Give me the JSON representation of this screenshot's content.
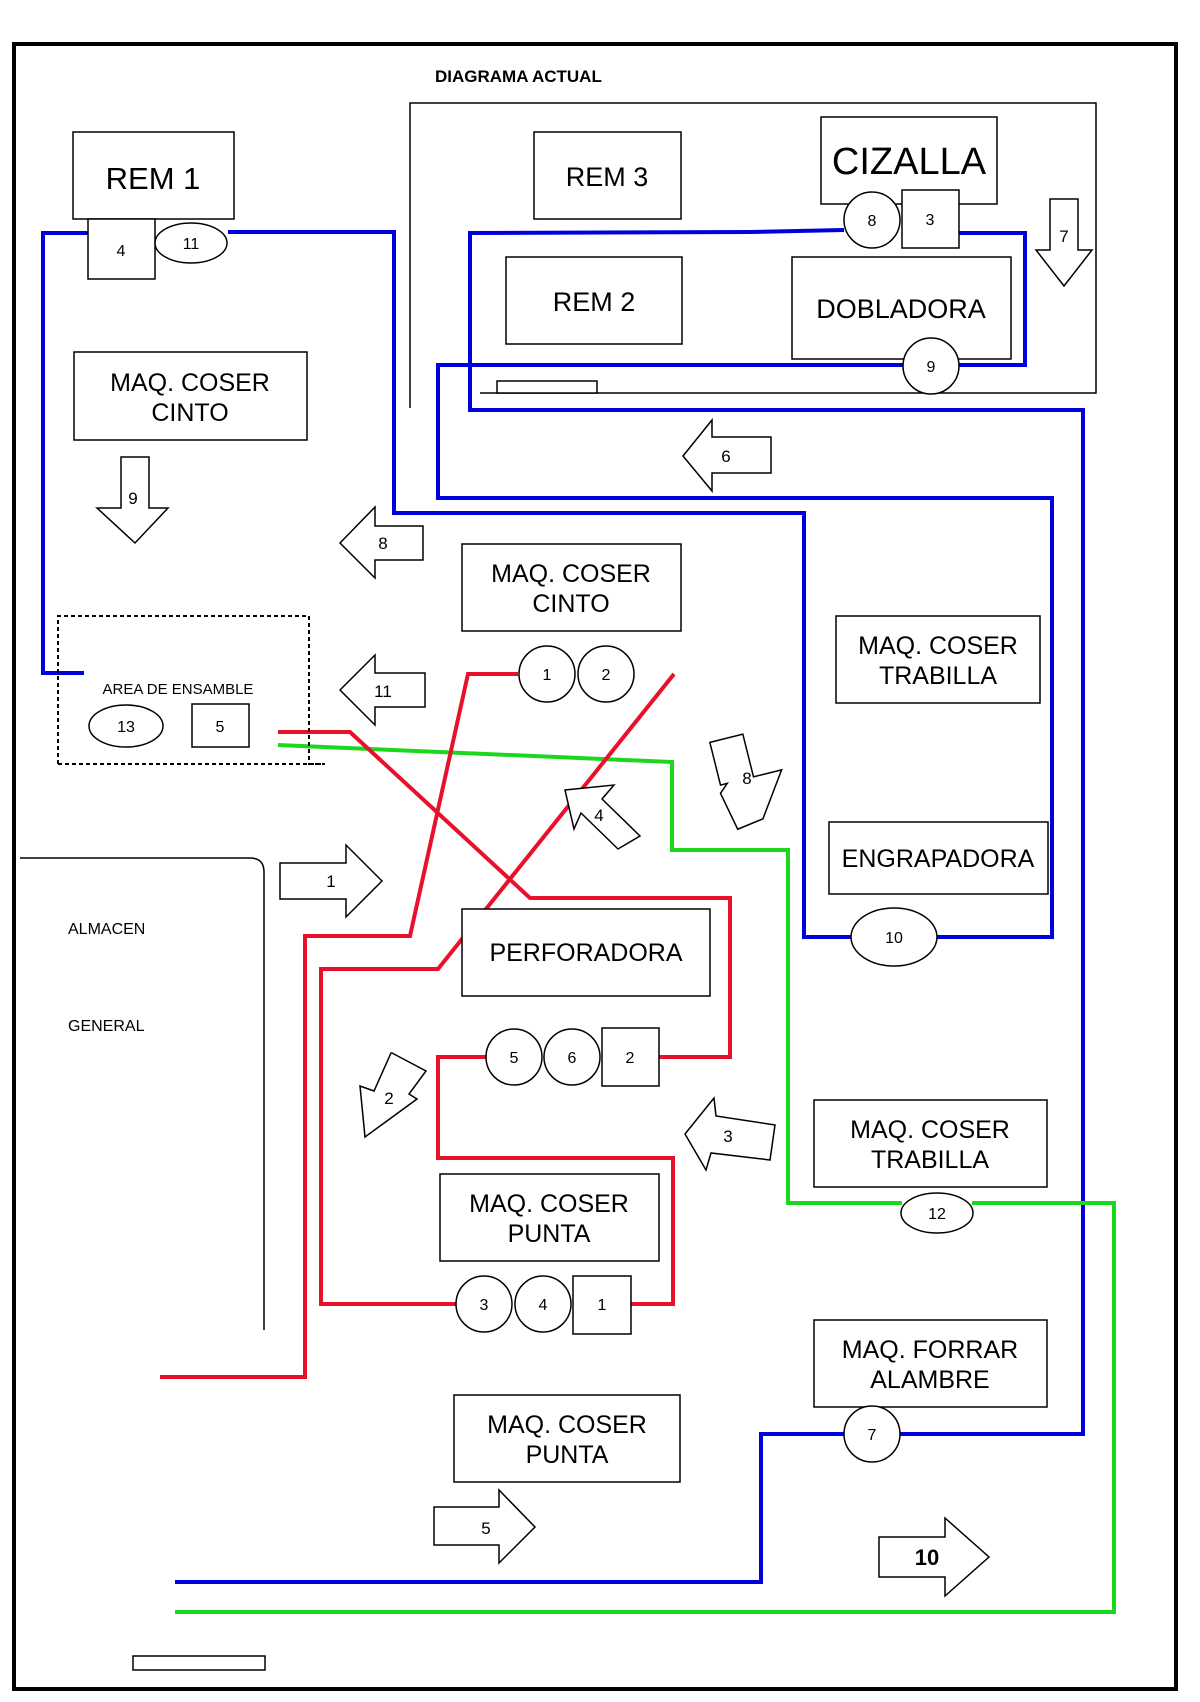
{
  "title": "DIAGRAMA ACTUAL",
  "colors": {
    "blue": "#0000dd",
    "red": "#e8102a",
    "green": "#1cd81c",
    "black": "#000000"
  },
  "machines": {
    "rem1": "REM 1",
    "rem3": "REM 3",
    "rem2": "REM 2",
    "cizalla": "CIZALLA",
    "dobladora": "DOBLADORA",
    "cinto_left": [
      "MAQ. COSER",
      "CINTO"
    ],
    "cinto_center": [
      "MAQ. COSER",
      "CINTO"
    ],
    "trabilla_top": [
      "MAQ. COSER",
      "TRABILLA"
    ],
    "engrapadora": "ENGRAPADORA",
    "perforadora": "PERFORADORA",
    "trabilla_bottom": [
      "MAQ. COSER",
      "TRABILLA"
    ],
    "punta_mid": [
      "MAQ. COSER",
      "PUNTA"
    ],
    "forrar": [
      "MAQ. FORRAR",
      "ALAMBRE"
    ],
    "punta_bottom": [
      "MAQ. COSER",
      "PUNTA"
    ]
  },
  "areas": {
    "ensamble": "AREA DE ENSAMBLE",
    "almacen": "ALMACEN",
    "general": "GENERAL"
  },
  "operations": {
    "op_rem1_a": "4",
    "op_rem1_b": "11",
    "op_cizalla_a": "8",
    "op_cizalla_b": "3",
    "op_dobladora": "9",
    "op_cinto_a": "1",
    "op_cinto_b": "2",
    "op_ensamble_a": "13",
    "op_ensamble_b": "5",
    "op_engrapadora": "10",
    "op_perf_a": "5",
    "op_perf_b": "6",
    "op_perf_c": "2",
    "op_trabilla": "12",
    "op_punta_a": "3",
    "op_punta_b": "4",
    "op_punta_c": "1",
    "op_forrar": "7"
  },
  "arrows": {
    "a7": "7",
    "a6": "6",
    "a9": "9",
    "a8_left": "8",
    "a11": "11",
    "a8_down": "8",
    "a4": "4",
    "a1": "1",
    "a2": "2",
    "a3": "3",
    "a5": "5",
    "a10": "10"
  }
}
